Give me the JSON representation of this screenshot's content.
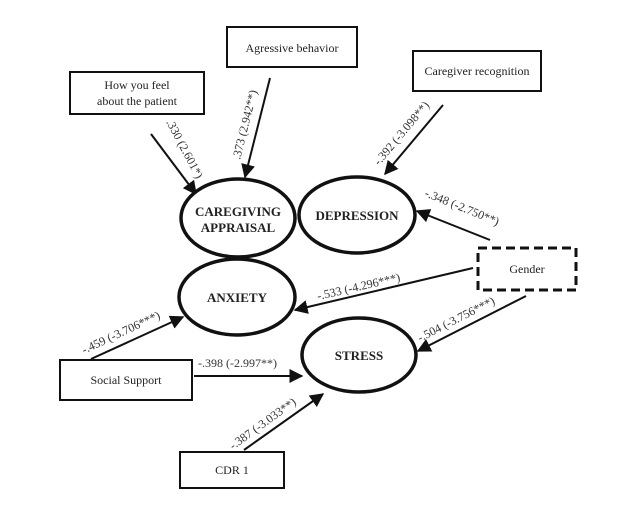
{
  "title": "Structural path model",
  "boxes": {
    "feel_patient": {
      "lines": [
        "How you feel",
        "about the patient"
      ],
      "border": "solid"
    },
    "aggressive": {
      "lines": [
        "Agressive behavior"
      ],
      "border": "solid"
    },
    "caregiver_recognition": {
      "lines": [
        "Caregiver recognition"
      ],
      "border": "solid"
    },
    "gender": {
      "lines": [
        "Gender"
      ],
      "border": "dashed"
    },
    "social_support": {
      "lines": [
        "Social Support"
      ],
      "border": "solid"
    },
    "cdr1": {
      "lines": [
        "CDR 1"
      ],
      "border": "solid"
    }
  },
  "outcomes": {
    "caregiving_appraisal": {
      "lines": [
        "CAREGIVING",
        "APPRAISAL"
      ]
    },
    "depression": {
      "lines": [
        "DEPRESSION"
      ]
    },
    "anxiety": {
      "lines": [
        "ANXIETY"
      ]
    },
    "stress": {
      "lines": [
        "STRESS"
      ]
    }
  },
  "paths": [
    {
      "id": "feel_to_appraisal",
      "from": "How you feel about the patient",
      "to": "CAREGIVING APPRAISAL",
      "label": ".330 (2.601*)"
    },
    {
      "id": "aggr_to_appraisal",
      "from": "Agressive behavior",
      "to": "CAREGIVING APPRAISAL",
      "label": ".373 (2.942**)"
    },
    {
      "id": "recog_to_depression",
      "from": "Caregiver recognition",
      "to": "DEPRESSION",
      "label": "-.392 (-3.098**)"
    },
    {
      "id": "gender_to_depression",
      "from": "Gender",
      "to": "DEPRESSION",
      "label": "-.348 (-2.750**)"
    },
    {
      "id": "gender_to_anxiety",
      "from": "Gender",
      "to": "ANXIETY",
      "label": "-.533 (-4.296***)"
    },
    {
      "id": "gender_to_stress",
      "from": "Gender",
      "to": "STRESS",
      "label": "-.504 (-3.756***)"
    },
    {
      "id": "support_to_anxiety",
      "from": "Social Support",
      "to": "ANXIETY",
      "label": "-.459 (-3.706***)"
    },
    {
      "id": "support_to_stress",
      "from": "Social Support",
      "to": "STRESS",
      "label": "-.398 (-2.997**)"
    },
    {
      "id": "cdr_to_stress",
      "from": "CDR 1",
      "to": "STRESS",
      "label": "-.387 (-3.033**)"
    }
  ],
  "colors": {
    "stroke": "#111111",
    "text": "#222222",
    "background": "#ffffff"
  }
}
